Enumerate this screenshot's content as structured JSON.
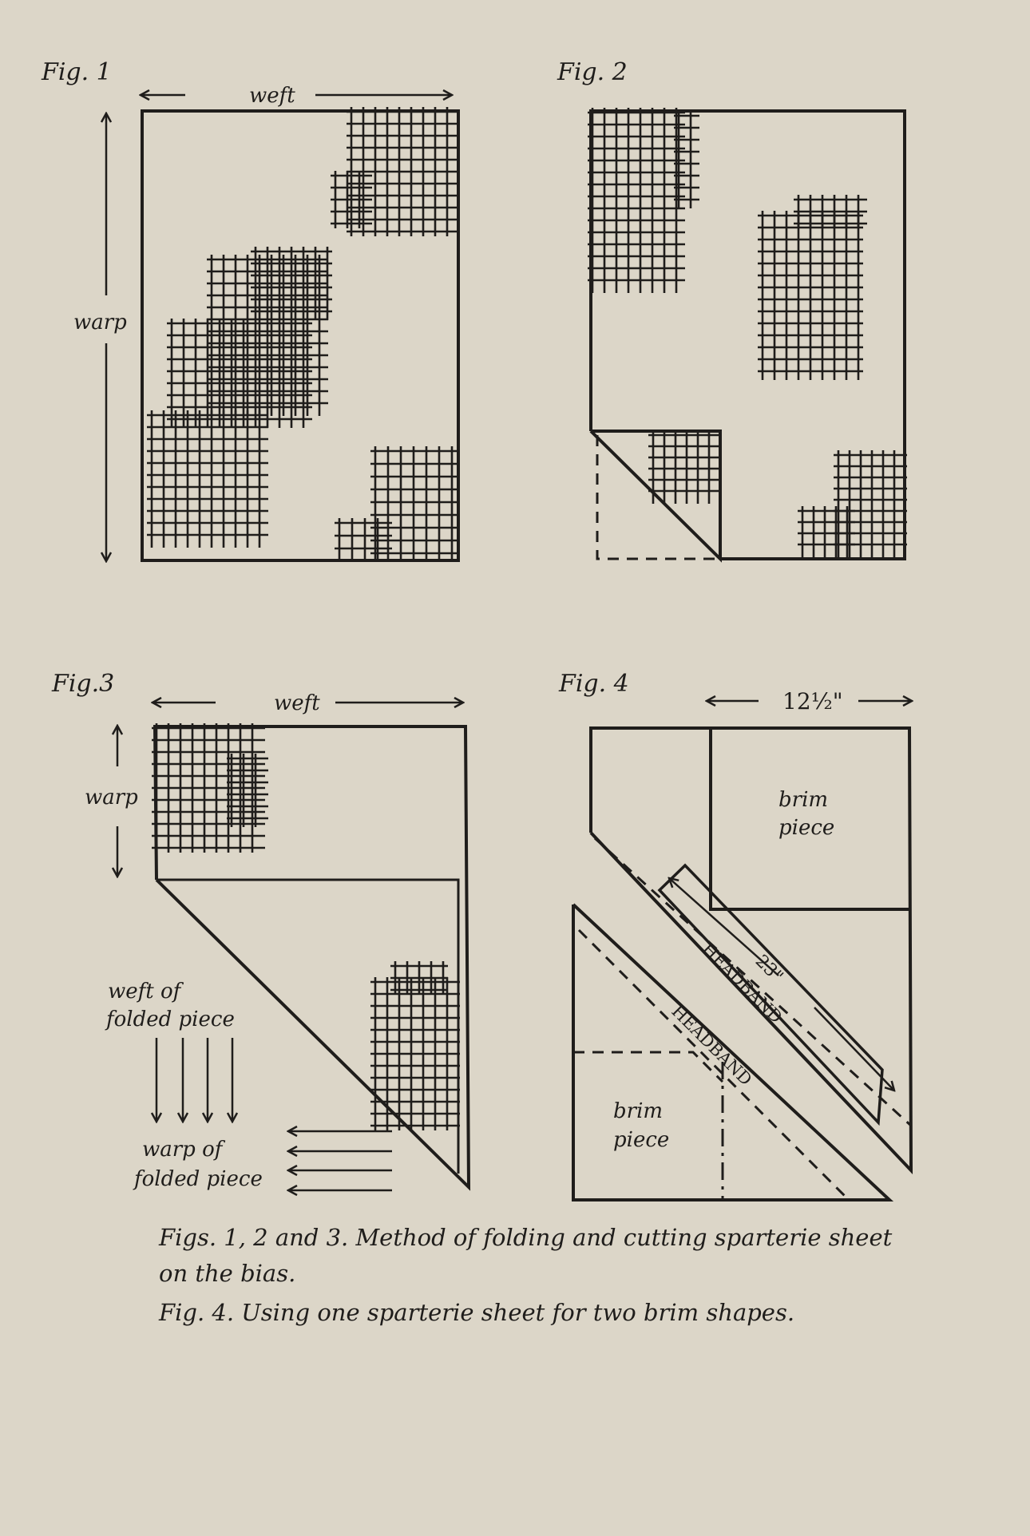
{
  "figures": {
    "fig1": {
      "label": "Fig. 1",
      "weft": "weft",
      "warp": "warp"
    },
    "fig2": {
      "label": "Fig. 2"
    },
    "fig3": {
      "label": "Fig.3",
      "weft": "weft",
      "warp": "warp",
      "weft_folded_1": "weft of",
      "weft_folded_2": "folded piece",
      "warp_folded_1": "warp of",
      "warp_folded_2": "folded piece"
    },
    "fig4": {
      "label": "Fig. 4",
      "width": "12½\"",
      "length": "23\"",
      "headband_1": "HEADBAND",
      "headband_2": "HEADBAND",
      "brim_top_1": "brim",
      "brim_top_2": "piece",
      "brim_bottom_1": "brim",
      "brim_bottom_2": "piece"
    }
  },
  "caption": {
    "line1": "Figs. 1, 2 and 3.  Method of folding and cutting sparterie sheet",
    "line2": "on the bias.",
    "line3": "Fig. 4.  Using one sparterie sheet for two brim shapes."
  },
  "colors": {
    "paper": "#dcd6c8",
    "ink": "#1f1d1b"
  }
}
